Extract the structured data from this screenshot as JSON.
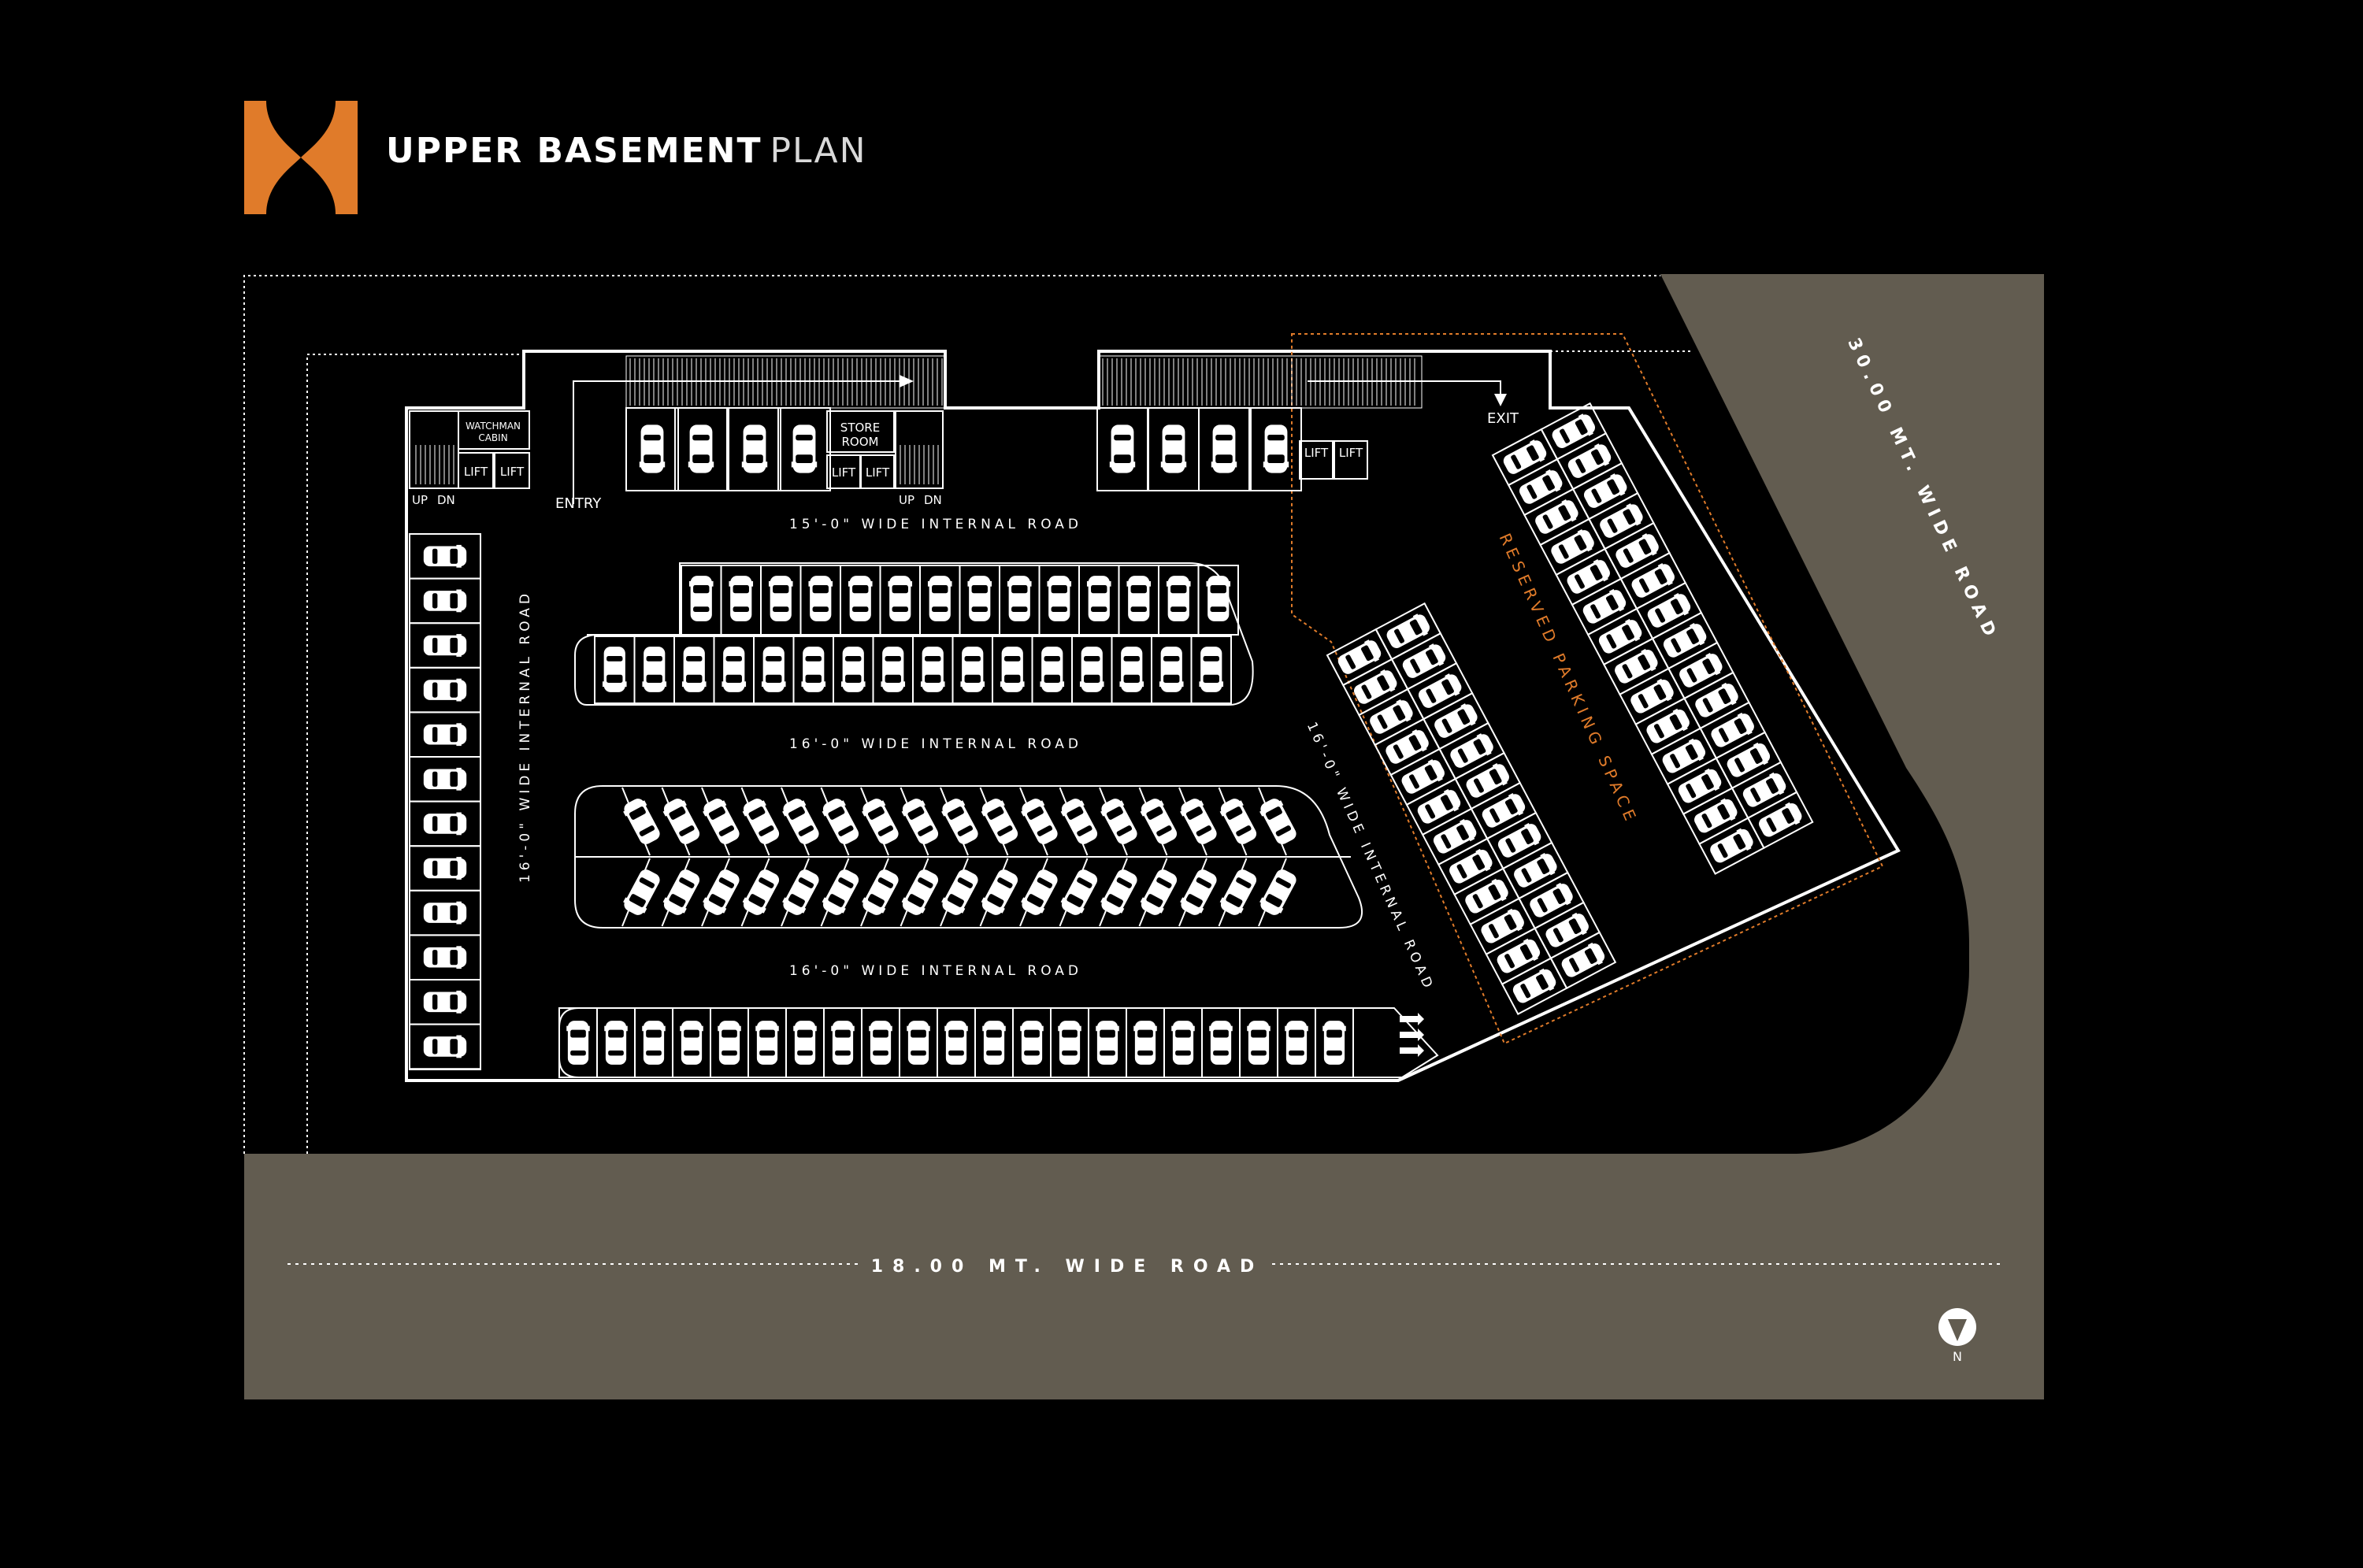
{
  "header": {
    "title_bold": "UPPER BASEMENT",
    "title_light": "PLAN",
    "logo_color": "#E07B2A"
  },
  "colors": {
    "background": "#000000",
    "road": "#625C50",
    "lines": "#FFFFFF",
    "accent": "#E07B2A"
  },
  "roads": {
    "south": "18.00 MT. WIDE ROAD",
    "east": "30.00 MT. WIDE ROAD"
  },
  "internal_roads": {
    "top": "15'-0\" WIDE INTERNAL ROAD",
    "middle": "16'-0\" WIDE INTERNAL ROAD",
    "bottom": "16'-0\" WIDE INTERNAL ROAD",
    "left": "16'-0\" WIDE INTERNAL ROAD",
    "diagonal": "16'-0\" WIDE INTERNAL ROAD"
  },
  "rooms": {
    "watchman_line1": "WATCHMAN",
    "watchman_line2": "CABIN",
    "store_line1": "STORE",
    "store_line2": "ROOM",
    "lift": "LIFT",
    "up": "UP",
    "dn": "DN"
  },
  "labels": {
    "entry": "ENTRY",
    "exit": "EXIT",
    "reserved": "RESERVED PARKING SPACE",
    "north": "N"
  },
  "parking": {
    "top_row_count": 14,
    "second_row_count": 16,
    "angled_row_count": 17,
    "bottom_row_count": 21,
    "left_column_count": 12
  }
}
